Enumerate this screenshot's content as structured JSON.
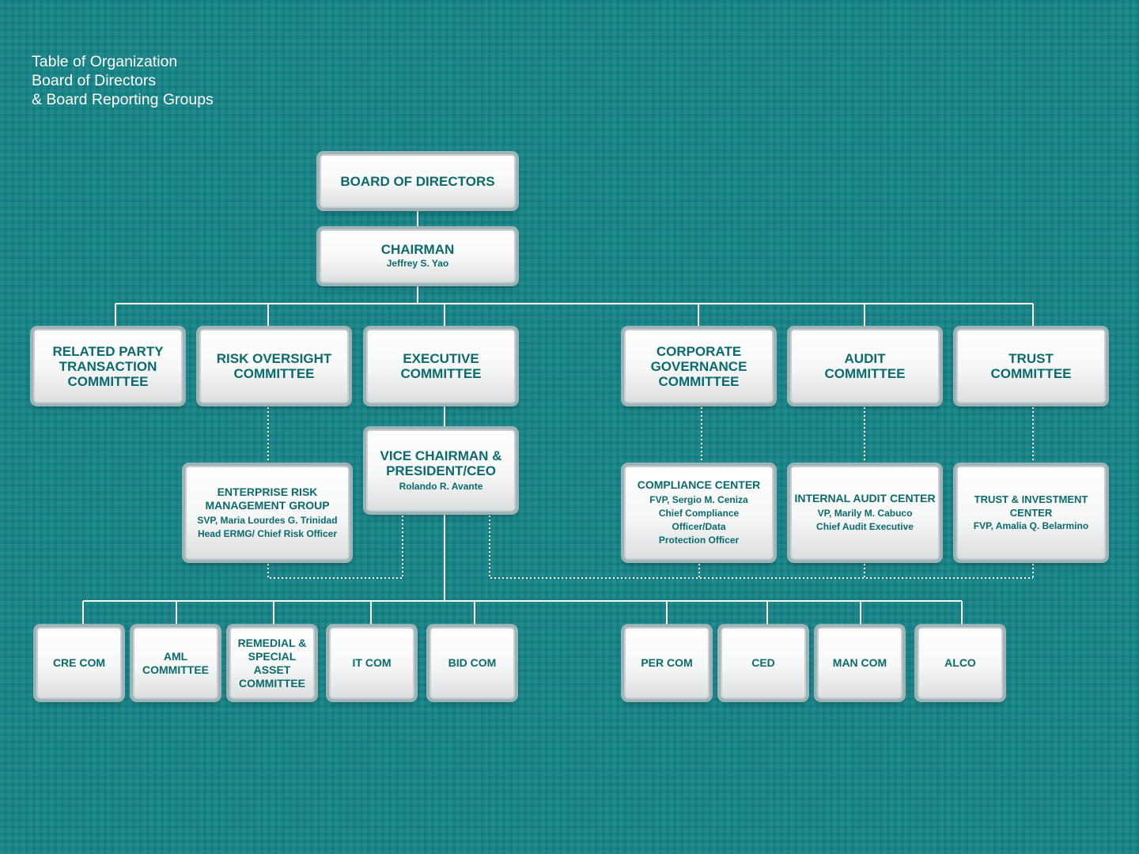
{
  "title": {
    "line1": "Table of Organization",
    "line2": "Board of Directors",
    "line3": "& Board Reporting Groups"
  },
  "board": {
    "title": "BOARD OF DIRECTORS"
  },
  "chairman": {
    "title": "CHAIRMAN",
    "name": "Jeffrey S. Yao"
  },
  "committees": {
    "related_party": [
      "RELATED PARTY",
      "TRANSACTION",
      "COMMITTEE"
    ],
    "risk_oversight": [
      "RISK OVERSIGHT",
      "COMMITTEE"
    ],
    "executive": [
      "EXECUTIVE",
      "COMMITTEE"
    ],
    "corporate_governance": [
      "CORPORATE",
      "GOVERNANCE",
      "COMMITTEE"
    ],
    "audit": [
      "AUDIT",
      "COMMITTEE"
    ],
    "trust": [
      "TRUST",
      "COMMITTEE"
    ]
  },
  "vice_chairman": {
    "title": [
      "VICE CHAIRMAN &",
      "PRESIDENT/CEO"
    ],
    "name": "Rolando R. Avante"
  },
  "centers": {
    "ermg": {
      "title": [
        "ENTERPRISE RISK",
        "MANAGEMENT GROUP"
      ],
      "details": [
        "SVP, Maria Lourdes G. Trinidad",
        "Head ERMG/ Chief Risk Officer"
      ]
    },
    "compliance": {
      "title": [
        "COMPLIANCE CENTER"
      ],
      "details": [
        "FVP, Sergio M. Ceniza",
        "Chief Compliance",
        "Officer/Data",
        "Protection Officer"
      ]
    },
    "internal_audit": {
      "title": [
        "INTERNAL AUDIT CENTER"
      ],
      "details": [
        "VP, Marily M. Cabuco",
        "Chief Audit Executive"
      ]
    },
    "trust_investment": {
      "title": [
        "TRUST & INVESTMENT",
        "CENTER"
      ],
      "details": [
        "FVP, Amalia Q. Belarmino"
      ]
    }
  },
  "management_committees": {
    "cre": [
      "CRE COM"
    ],
    "aml": [
      "AML",
      "COMMITTEE"
    ],
    "remedial": [
      "REMEDIAL &",
      "SPECIAL ASSET",
      "COMMITTEE"
    ],
    "it": [
      "IT COM"
    ],
    "bid": [
      "BID COM"
    ],
    "per": [
      "PER COM"
    ],
    "ced": [
      "CED"
    ],
    "man": [
      "MAN COM"
    ],
    "alco": [
      "ALCO"
    ]
  }
}
